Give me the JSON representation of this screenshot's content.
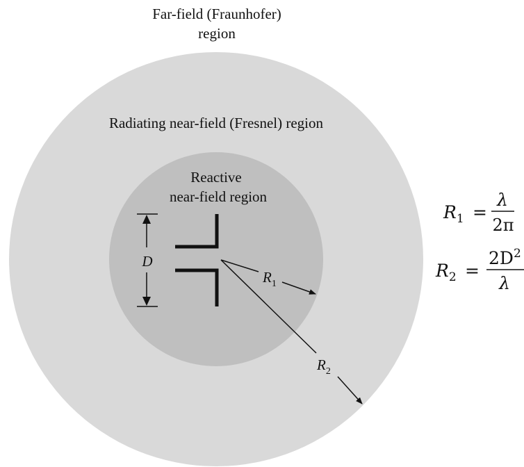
{
  "labels": {
    "far_field_line1": "Far-field (Fraunhofer)",
    "far_field_line2": "region",
    "radiating_near_field": "Radiating near-field (Fresnel) region",
    "reactive_line1": "Reactive",
    "reactive_line2": "near-field region",
    "dimension_d": "D",
    "radius1": "R",
    "radius1_sub": "1",
    "radius2": "R",
    "radius2_sub": "2"
  },
  "equations": {
    "r1": {
      "lhs": "R",
      "sub": "1",
      "equals": "=",
      "numerator": "λ",
      "denominator": "2π"
    },
    "r2": {
      "lhs": "R",
      "sub": "2",
      "equals": "=",
      "numerator": "2D",
      "numerator_exp": "2",
      "denominator": "λ"
    }
  },
  "colors": {
    "outer_region": "#d9d9d9",
    "inner_region": "#bfbfbf",
    "ink": "#111111",
    "background": "#ffffff"
  }
}
